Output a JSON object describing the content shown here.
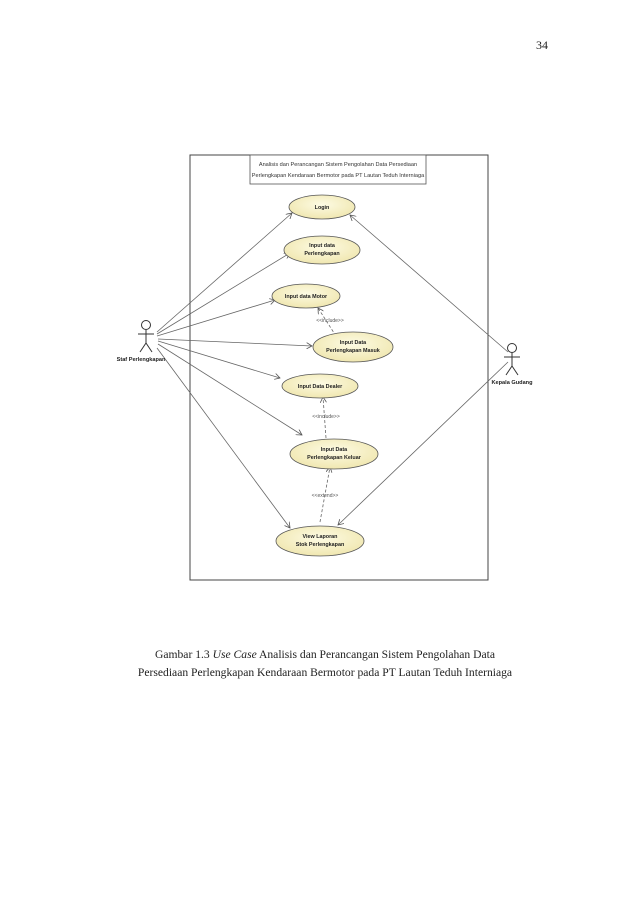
{
  "page": {
    "number": "34"
  },
  "diagram": {
    "system_title_line1": "Analisis dan Perancangan Sistem Pengolahan Data Persediaan",
    "system_title_line2": "Perlengkapan Kendaraan Bermotor pada PT Lautan Teduh Interniaga",
    "actors": {
      "staff": "Staf Perlengkapan",
      "head": "Kepala Gudang"
    },
    "use_cases": {
      "login": "Login",
      "input_perlengkapan_1": "Input data",
      "input_perlengkapan_2": "Perlengkapan",
      "input_motor": "Input data Motor",
      "input_masuk_1": "Input Data",
      "input_masuk_2": "Perlengkapan Masuk",
      "input_dealer": "Input Data Dealer",
      "input_keluar_1": "Input Data",
      "input_keluar_2": "Perlengkapan Keluar",
      "view_laporan_1": "View Laporan",
      "view_laporan_2": "Stok Perlengkapan"
    },
    "relations": {
      "include_1": "<<include>>",
      "include_2": "<<include>>",
      "extend": "<<extend>>"
    }
  },
  "caption": {
    "prefix": "Gambar 1.3",
    "italic": "Use Case",
    "rest_line1": "Analisis dan Perancangan Sistem Pengolahan Data",
    "line2": "Persediaan Perlengkapan Kendaraan Bermotor pada PT Lautan Teduh Interniaga"
  }
}
